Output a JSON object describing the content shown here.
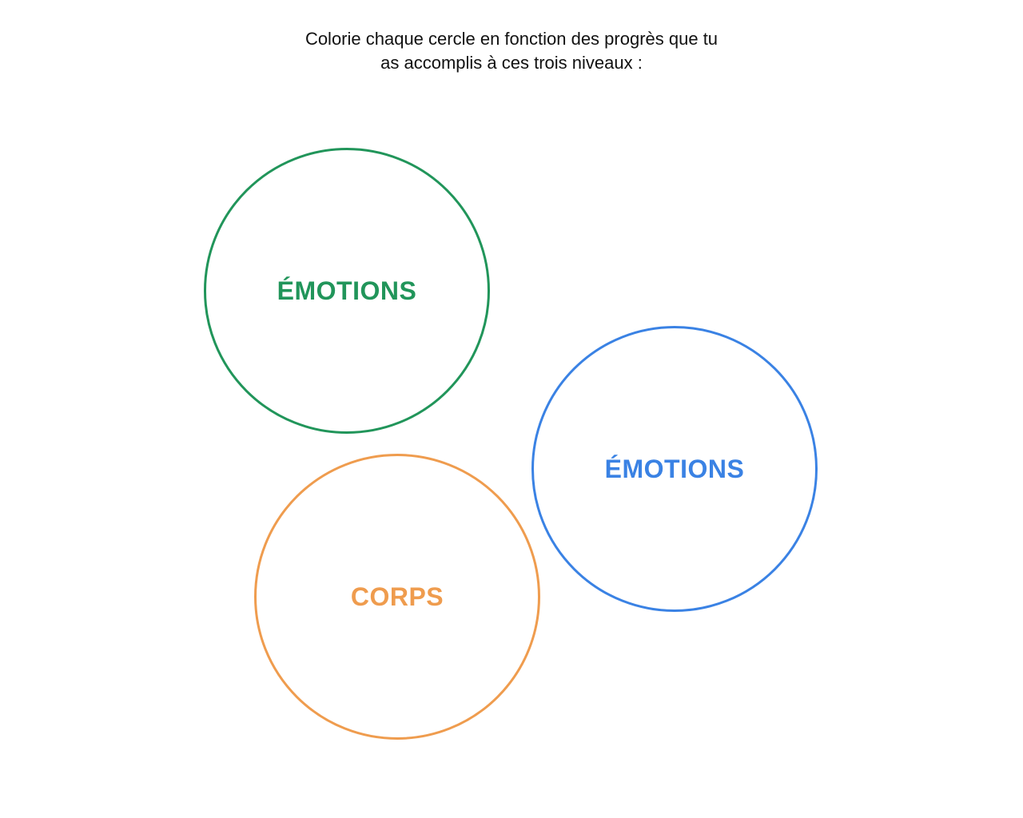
{
  "instruction": {
    "line1": "Colorie chaque cercle en fonction des progrès que tu",
    "line2": "as accomplis à ces trois niveaux :"
  },
  "circles": [
    {
      "label": "ÉMOTIONS",
      "color": "#21955a"
    },
    {
      "label": "ÉMOTIONS",
      "color": "#3a82e4"
    },
    {
      "label": "CORPS",
      "color": "#ef9c4e"
    }
  ]
}
